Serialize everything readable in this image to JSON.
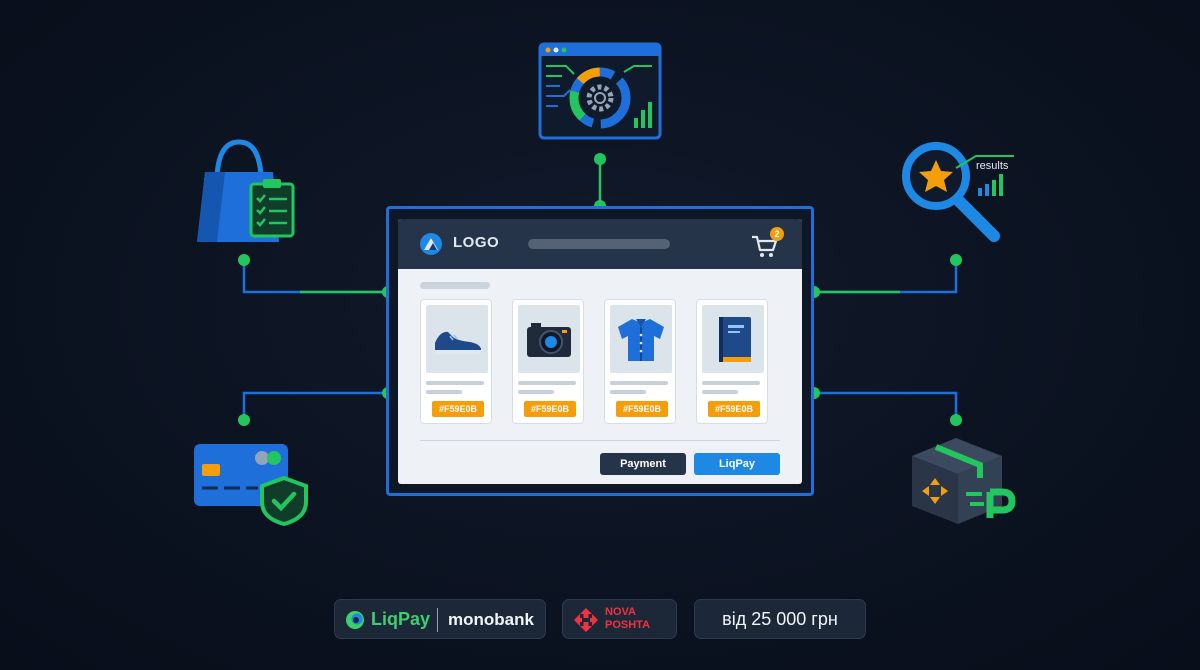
{
  "header": {
    "logo_text": "LOGO",
    "cart_count": "2"
  },
  "products": [
    {
      "icon": "sneaker-icon",
      "price": "#F59E0B"
    },
    {
      "icon": "camera-icon",
      "price": "#F59E0B"
    },
    {
      "icon": "shirt-icon",
      "price": "#F59E0B"
    },
    {
      "icon": "book-icon",
      "price": "#F59E0B"
    }
  ],
  "actions": {
    "payment_label": "Payment",
    "liqpay_label": "LiqPay"
  },
  "satellites": {
    "seo_label": "results",
    "icons": [
      "analytics-dashboard-icon",
      "shopping-bag-checklist-icon",
      "search-star-icon",
      "credit-card-shield-icon",
      "delivery-box-icon"
    ]
  },
  "footer": {
    "liqpay": "LiqPay",
    "monobank": "monobank",
    "nova_line1": "NOVA",
    "nova_line2": "POSHTA",
    "price": "від 25 000 грн"
  },
  "colors": {
    "background": "#0b1220",
    "accent_blue": "#1e6fd9",
    "accent_green": "#22c55e",
    "price_tag": "#F59E0B",
    "header": "#26344a"
  }
}
